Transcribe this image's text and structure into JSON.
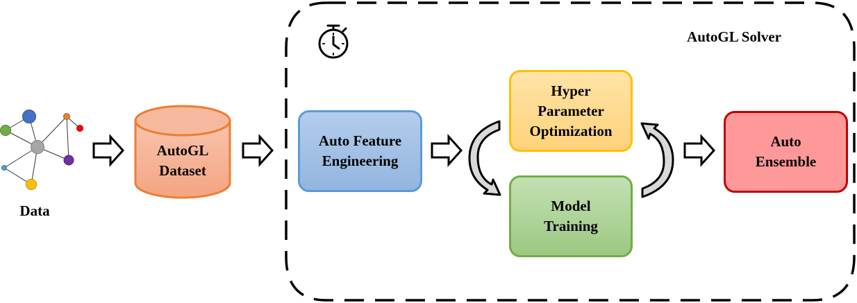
{
  "data_label": "Data",
  "dataset": {
    "line1": "AutoGL",
    "line2": "Dataset"
  },
  "solver": {
    "title": "AutoGL Solver"
  },
  "feature": {
    "line1": "Auto Feature",
    "line2": "Engineering"
  },
  "hpo": {
    "line1": "Hyper",
    "line2": "Parameter",
    "line3": "Optimization"
  },
  "training": {
    "line1": "Model",
    "line2": "Training"
  },
  "ensemble": {
    "line1": "Auto",
    "line2": "Ensemble"
  },
  "icons": [
    "stopwatch-icon",
    "graph-icon",
    "arrow-right-icon",
    "cycle-arrow-icon"
  ],
  "colors": {
    "dataset_fill": "#f5a98a",
    "dataset_stroke": "#ed7d31",
    "feature_fill": "#a3bfe5",
    "feature_stroke": "#5b9bd5",
    "hpo_fill": "#ffd98a",
    "hpo_stroke": "#ffc000",
    "training_fill": "#a9d18e",
    "training_stroke": "#70ad47",
    "ensemble_fill": "#ff9999",
    "ensemble_stroke": "#c00000",
    "node_blue": "#4472c4",
    "node_green": "#70ad47",
    "node_orange": "#ed7d31",
    "node_red": "#ff0000",
    "node_gray": "#a6a6a6",
    "node_purple": "#7030a0",
    "node_lightblue": "#5b9bd5",
    "node_yellow": "#ffc000"
  }
}
